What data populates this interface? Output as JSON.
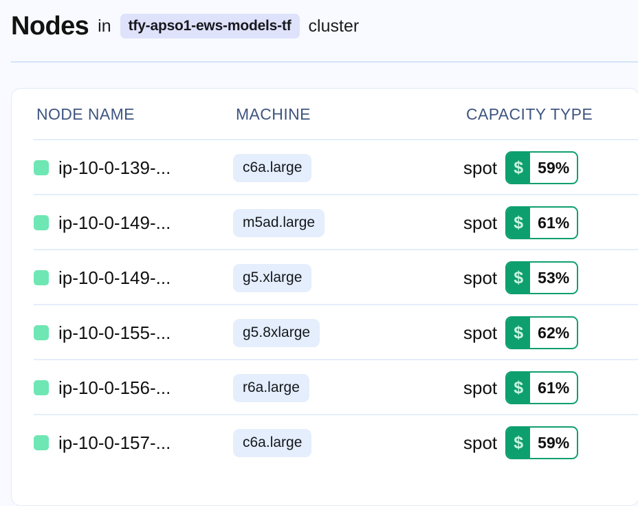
{
  "header": {
    "title": "Nodes",
    "conjunction": "in",
    "cluster_name": "tfy-apso1-ews-models-tf",
    "suffix": "cluster"
  },
  "colors": {
    "page_background": "#F8FAFF",
    "card_background": "#FFFFFF",
    "divider": "#D5E3F8",
    "row_divider": "#E4EDFA",
    "header_text": "#3E5480",
    "cluster_chip_bg": "#DFE2FB",
    "machine_chip_bg": "#E4EEFC",
    "status_green": "#6FE7B4",
    "savings_green": "#0E9F6E"
  },
  "table": {
    "columns": [
      {
        "key": "node_name",
        "label": "NODE NAME"
      },
      {
        "key": "machine",
        "label": "MACHINE"
      },
      {
        "key": "capacity_type",
        "label": "CAPACITY TYPE"
      }
    ],
    "rows": [
      {
        "status": "healthy",
        "node_name": "ip-10-0-139-...",
        "machine": "c6a.large",
        "capacity_type": "spot",
        "savings_icon": "$",
        "savings": "59%"
      },
      {
        "status": "healthy",
        "node_name": "ip-10-0-149-...",
        "machine": "m5ad.large",
        "capacity_type": "spot",
        "savings_icon": "$",
        "savings": "61%"
      },
      {
        "status": "healthy",
        "node_name": "ip-10-0-149-...",
        "machine": "g5.xlarge",
        "capacity_type": "spot",
        "savings_icon": "$",
        "savings": "53%"
      },
      {
        "status": "healthy",
        "node_name": "ip-10-0-155-...",
        "machine": "g5.8xlarge",
        "capacity_type": "spot",
        "savings_icon": "$",
        "savings": "62%"
      },
      {
        "status": "healthy",
        "node_name": "ip-10-0-156-...",
        "machine": "r6a.large",
        "capacity_type": "spot",
        "savings_icon": "$",
        "savings": "61%"
      },
      {
        "status": "healthy",
        "node_name": "ip-10-0-157-...",
        "machine": "c6a.large",
        "capacity_type": "spot",
        "savings_icon": "$",
        "savings": "59%"
      }
    ]
  }
}
